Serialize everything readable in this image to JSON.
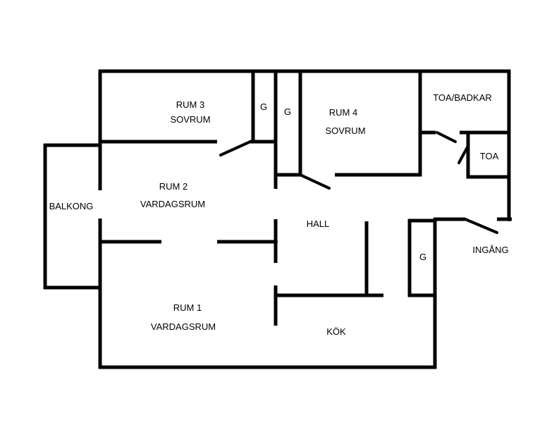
{
  "floorplan": {
    "rooms": {
      "rum3": {
        "name": "RUM 3",
        "type": "SOVRUM"
      },
      "rum4": {
        "name": "RUM 4",
        "type": "SOVRUM"
      },
      "rum2": {
        "name": "RUM 2",
        "type": "VARDAGSRUM"
      },
      "rum1": {
        "name": "RUM 1",
        "type": "VARDAGSRUM"
      },
      "balkong": "BALKONG",
      "hall": "HALL",
      "kok": "KÖK",
      "toa_badkar": "TOA/BADKAR",
      "toa": "TOA",
      "ingang": "INGÅNG",
      "garderob_label": "G"
    },
    "colors": {
      "wall": "#000000",
      "background": "#ffffff"
    }
  }
}
